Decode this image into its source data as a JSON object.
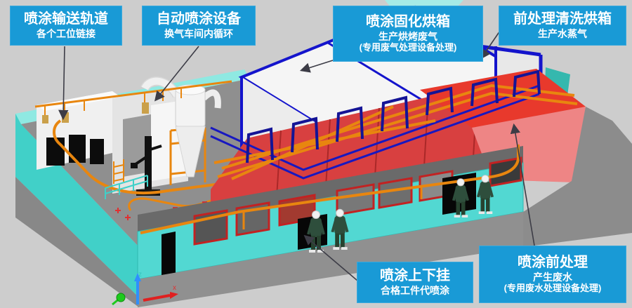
{
  "labels": {
    "conveyor_track": {
      "title": "喷涂输送轨道",
      "subtitle": "各个工位链接"
    },
    "auto_spray": {
      "title": "自动喷涂设备",
      "subtitle": "换气车间内循环"
    },
    "curing_oven": {
      "title": "喷涂固化烘箱",
      "subtitle": "生产烘烤废气",
      "note": "(专用废气处理设备处理)"
    },
    "pretreat_oven": {
      "title": "前处理清洗烘箱",
      "subtitle": "生产水蒸气"
    },
    "hang_station": {
      "title": "喷涂上下挂",
      "subtitle": "合格工件代喷涂"
    },
    "pretreatment": {
      "title": "喷涂前处理",
      "subtitle": "产生废水",
      "note": "(专用废水处理设备处理)"
    }
  },
  "axis_gizmo": {
    "z_label": "z",
    "x_label": "x"
  },
  "colors": {
    "label_background": "#199ad6",
    "label_text": "#ffffff",
    "wall_teal": "#41d0c8",
    "facade_teal": "#52d8d2",
    "tank_red": "#d84040",
    "tank_top_red": "#e8392c",
    "tank_end_salmon": "#ee8585",
    "oven_frame_blue": "#1414cc",
    "hoop_blue": "#141496",
    "conveyor_orange": "#e8860f",
    "window_frame_red": "#c22222",
    "floor_gray": "#8f8f8f",
    "background_gray": "#cdcdcd",
    "worker_green": "#2e4e3c"
  }
}
